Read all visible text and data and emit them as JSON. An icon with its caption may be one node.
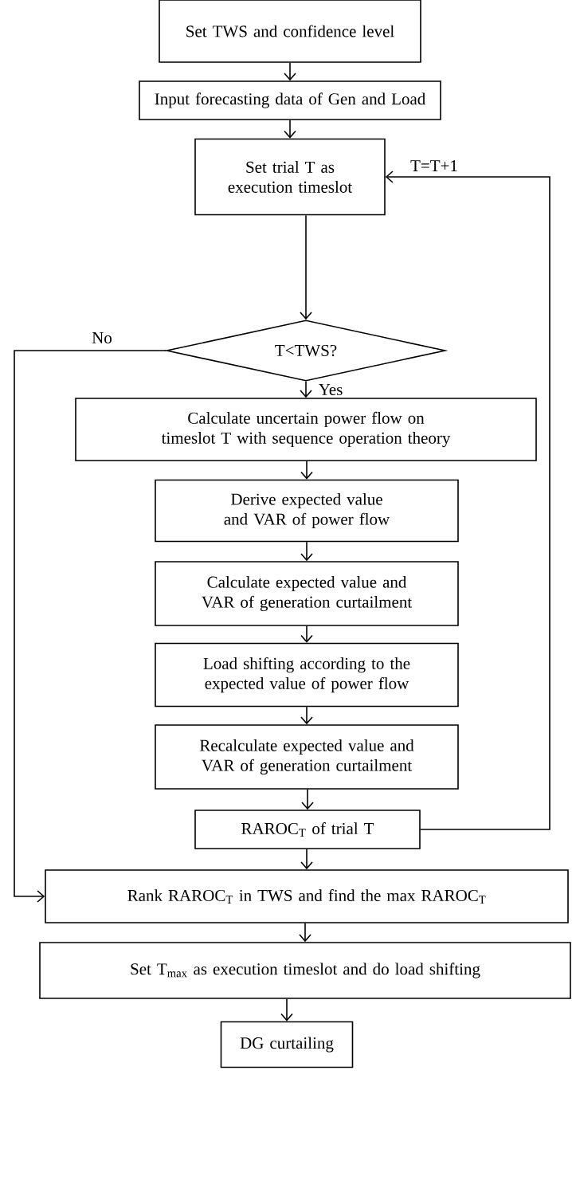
{
  "diagram": {
    "nodes": [
      {
        "text": [
          "Set TWS and confidence level"
        ]
      },
      {
        "text": [
          "Input forecasting data of Gen and Load"
        ]
      },
      {
        "text": [
          "Set trial T as execution timeslot"
        ]
      },
      {
        "text": [
          "T<TWS?"
        ]
      },
      {
        "text": [
          "Calculate uncertain power flow on timeslot T with sequence operation theory"
        ]
      },
      {
        "text": [
          "Derive expected value and VAR of power flow"
        ]
      },
      {
        "text": [
          "Calculate expected value and VAR of generation curtailment"
        ]
      },
      {
        "text": [
          "Load shifting according to the expected value of power flow"
        ]
      },
      {
        "text": [
          "Recalculate expected value and VAR of generation curtailment"
        ]
      },
      {
        "text": [
          "RAROC$_{T}$ of trial T"
        ]
      },
      {
        "text": [
          "Rank RAROC$_{T}$ in TWS and find the max RAROC$_{T}$"
        ]
      },
      {
        "text": [
          "Set T$_{max}$ as execution timeslot and do load shifting"
        ]
      },
      {
        "text": [
          "DG curtailing"
        ]
      }
    ],
    "edges": [
      {
        "from": 0,
        "to": 1,
        "arrow": "to"
      },
      {
        "from": 1,
        "to": 2,
        "arrow": "to"
      },
      {
        "from": 2,
        "to": 3,
        "arrow": "to"
      },
      {
        "from": 3,
        "to": 4,
        "arrow": "to",
        "label": "Yes"
      },
      {
        "from": 4,
        "to": 5,
        "arrow": "to"
      },
      {
        "from": 5,
        "to": 6,
        "arrow": "to"
      },
      {
        "from": 6,
        "to": 7,
        "arrow": "to"
      },
      {
        "from": 7,
        "to": 8,
        "arrow": "to"
      },
      {
        "from": 8,
        "to": 9,
        "arrow": "to"
      },
      {
        "from": 9,
        "to": 2,
        "arrow": "to",
        "label": "T=T+1"
      },
      {
        "from": 3,
        "to": 10,
        "arrow": "to",
        "label": "No"
      },
      {
        "from": 9,
        "to": 10,
        "arrow": "to"
      },
      {
        "from": 10,
        "to": 11,
        "arrow": "to"
      },
      {
        "from": 11,
        "to": 12,
        "arrow": "to"
      }
    ]
  }
}
